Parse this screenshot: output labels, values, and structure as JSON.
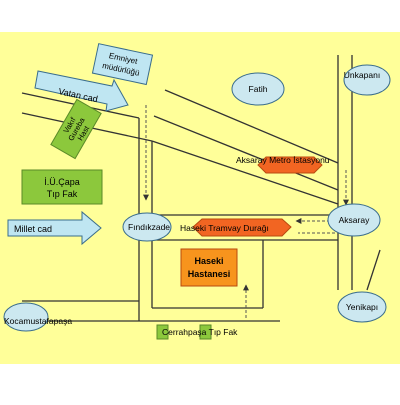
{
  "colors": {
    "background": "#ffff99",
    "road": "#333333",
    "route": "#555555",
    "district_fill": "#cce8f0",
    "district_stroke": "#3a6d8c",
    "road_arrow_fill": "#bfe6f2",
    "green_fill": "#8cc83c",
    "green_stroke": "#5a8a28",
    "orange_fill": "#f7941d",
    "red_orange_fill": "#f26522",
    "orange_stroke": "#b84a10"
  },
  "road_labels": {
    "vatan": "Vatan cad",
    "millet": "Millet cad"
  },
  "districts": {
    "fatih": "Fatih",
    "unkapani": "Unkapanı",
    "aksaray": "Aksaray",
    "yenikapi": "Yenikapı",
    "findikzade": "Fındıkzade",
    "kocamustafapasa": "Kocamustafapaşa"
  },
  "landmarks": {
    "emniyet": [
      "Emniyet",
      "müdürlüğü"
    ],
    "vakif_gureba": [
      "Vakıf",
      "Gureba",
      "Hast"
    ],
    "capa": [
      "İ.Ü.Çapa",
      "Tıp Fak"
    ],
    "haseki_hastanesi": [
      "Haseki",
      "Hastanesi"
    ],
    "cerrahpasa": "Cerrahpaşa Tıp Fak"
  },
  "stations": {
    "aksaray_metro": "Aksaray Metro İstasyonu",
    "haseki_tramvay": "Haseki Tramvay Durağı"
  }
}
